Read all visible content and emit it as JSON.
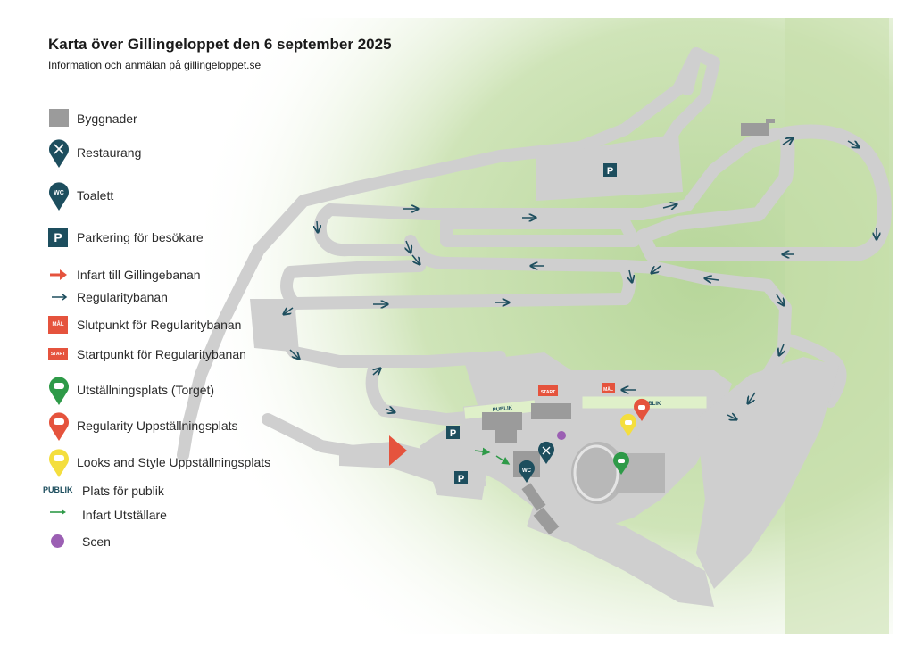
{
  "title": "Karta över Gillingeloppet den 6 september 2025",
  "subtitle": "Information och anmälan på gillingeloppet.se",
  "colors": {
    "building": "#9b9b9b",
    "road": "#cfcfcf",
    "dark_pin": "#1d4e5e",
    "red": "#e5533d",
    "green": "#2e9a48",
    "yellow": "#f4de3e",
    "purple": "#9b5fb3",
    "arrow_green": "#2e9a48"
  },
  "legend": [
    {
      "icon": "building-icon",
      "label": "Byggnader"
    },
    {
      "icon": "restaurant-pin-icon",
      "label": "Restaurang"
    },
    {
      "icon": "toilet-pin-icon",
      "label": "Toalett",
      "icon_text": "WC"
    },
    {
      "icon": "parking-icon",
      "label": "Parkering för besökare",
      "icon_text": "P"
    },
    {
      "icon": "entrance-arrow-icon",
      "label": "Infart till Gillingebanan"
    },
    {
      "icon": "regularity-arrow-icon",
      "label": "Regularitybanan"
    },
    {
      "icon": "finish-sign-icon",
      "label": "Slutpunkt för Regularitybanan",
      "icon_text": "MÅL"
    },
    {
      "icon": "start-sign-icon",
      "label": "Startpunkt för Regularitybanan",
      "icon_text": "START"
    },
    {
      "icon": "exhibition-pin-green-icon",
      "label": "Utställningsplats (Torget)"
    },
    {
      "icon": "regularity-pin-red-icon",
      "label": "Regularity Uppställningsplats"
    },
    {
      "icon": "looks-style-pin-yellow-icon",
      "label": "Looks and Style Uppställningsplats"
    },
    {
      "icon": "publik-label-icon",
      "label": "Plats för publik",
      "icon_text": "PUBLIK"
    },
    {
      "icon": "exhibitor-entry-arrow-icon",
      "label": "Infart Utställare"
    },
    {
      "icon": "stage-dot-icon",
      "label": "Scen"
    }
  ],
  "map_labels": {
    "parking": "P",
    "toilet": "WC",
    "start": "START",
    "finish": "MÅL",
    "publik": "PUBLIK"
  }
}
